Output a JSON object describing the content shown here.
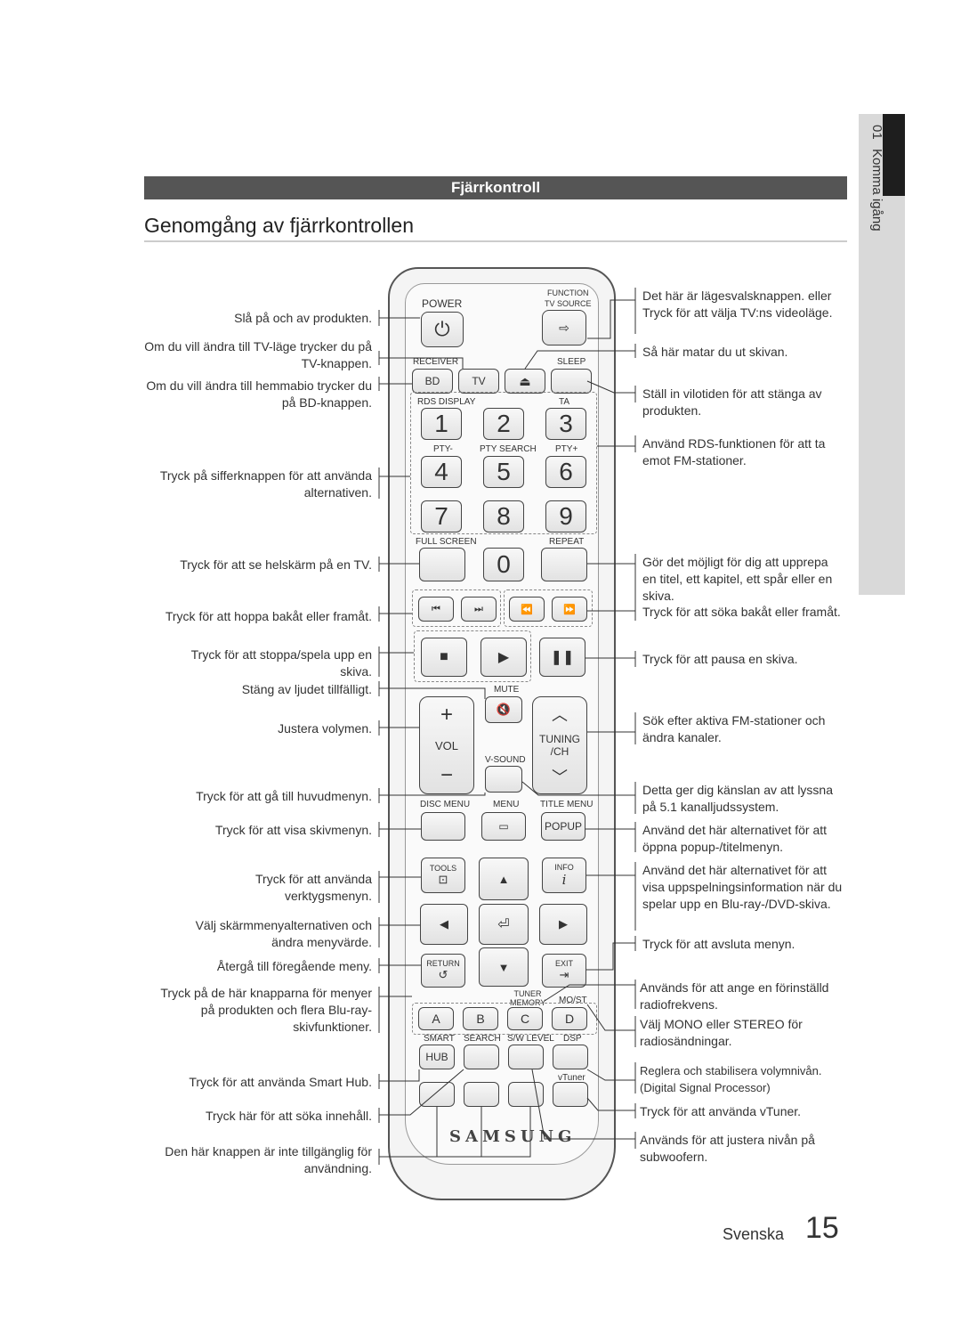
{
  "side_tab": {
    "number": "01",
    "label": "Komma igång"
  },
  "section_title": "Fjärrkontroll",
  "page_title": "Genomgång av fjärrkontrollen",
  "left_callouts": [
    "Slå på och av produkten.",
    "Om du vill ändra till TV-läge trycker du på TV-knappen.",
    "Om du vill ändra till hemmabio trycker du på BD-knappen.",
    "Tryck på sifferknappen för att använda alternativen.",
    "Tryck för att se helskärm på en TV.",
    "Tryck för att hoppa bakåt eller framåt.",
    "Tryck för att stoppa/spela upp en skiva.",
    "Stäng av ljudet tillfälligt.",
    "Justera volymen.",
    "Tryck för att gå till huvudmenyn.",
    "Tryck för att visa skivmenyn.",
    "Tryck för att använda verktygsmenyn.",
    "Välj skärmmenyalternativen och ändra menyvärde.",
    "Återgå till föregående meny.",
    "Tryck på de här knapparna för menyer på produkten och flera Blu-ray-skivfunktioner.",
    "Tryck för att använda Smart Hub.",
    "Tryck här för att söka innehåll.",
    "Den här knappen är inte tillgänglig för användning."
  ],
  "right_callouts": [
    "Det här är lägesvalsknappen. eller Tryck för att välja TV:ns videoläge.",
    "Så här matar du ut skivan.",
    "Ställ in vilotiden för att stänga av produkten.",
    "Använd RDS-funktionen för att ta emot FM-stationer.",
    "Gör det möjligt för dig att upprepa en titel, ett kapitel, ett spår eller en skiva.",
    "Tryck för att söka bakåt eller framåt.",
    "Tryck för att pausa en skiva.",
    "Sök efter aktiva FM-stationer och ändra kanaler.",
    "Detta ger dig känslan av att lyssna på 5.1 kanalljudssystem.",
    "Använd det här alternativet för att öppna popup-/titelmenyn.",
    "Använd det här alternativet för att visa uppspelningsinformation när du spelar upp en Blu-ray-/DVD-skiva.",
    "Tryck för att avsluta menyn.",
    "Används för att ange en förinställd radiofrekvens.",
    "Välj MONO eller STEREO för radiosändningar.",
    "Reglera och stabilisera volymnivån. (Digital Signal Processor)",
    "Tryck för att använda vTuner.",
    "Används för att justera nivån på subwoofern."
  ],
  "remote": {
    "power": "POWER",
    "function": "FUNCTION",
    "tv_source": "TV SOURCE",
    "receiver": "RECEIVER",
    "sleep": "SLEEP",
    "bd": "BD",
    "tv": "TV",
    "rds_display": "RDS DISPLAY",
    "ta": "TA",
    "pty_minus": "PTY-",
    "pty_search": "PTY SEARCH",
    "pty_plus": "PTY+",
    "full_screen": "FULL SCREEN",
    "repeat": "REPEAT",
    "digits": [
      "1",
      "2",
      "3",
      "4",
      "5",
      "6",
      "7",
      "8",
      "9",
      "0"
    ],
    "mute": "MUTE",
    "vol": "VOL",
    "tuning_ch": "TUNING /CH",
    "v_sound": "V-SOUND",
    "disc_menu": "DISC MENU",
    "menu": "MENU",
    "title_menu": "TITLE MENU",
    "popup": "POPUP",
    "tools": "TOOLS",
    "info": "INFO",
    "return": "RETURN",
    "exit": "EXIT",
    "tuner_memory": "TUNER MEMORY",
    "mo_st": "MO/ST",
    "abcd": [
      "A",
      "B",
      "C",
      "D"
    ],
    "smart": "SMART",
    "search": "SEARCH",
    "sw_level": "S/W LEVEL",
    "dsp": "DSP",
    "hub": "HUB",
    "vtuner": "vTuner",
    "brand": "SAMSUNG"
  },
  "footer": {
    "language": "Svenska",
    "page": "15"
  }
}
